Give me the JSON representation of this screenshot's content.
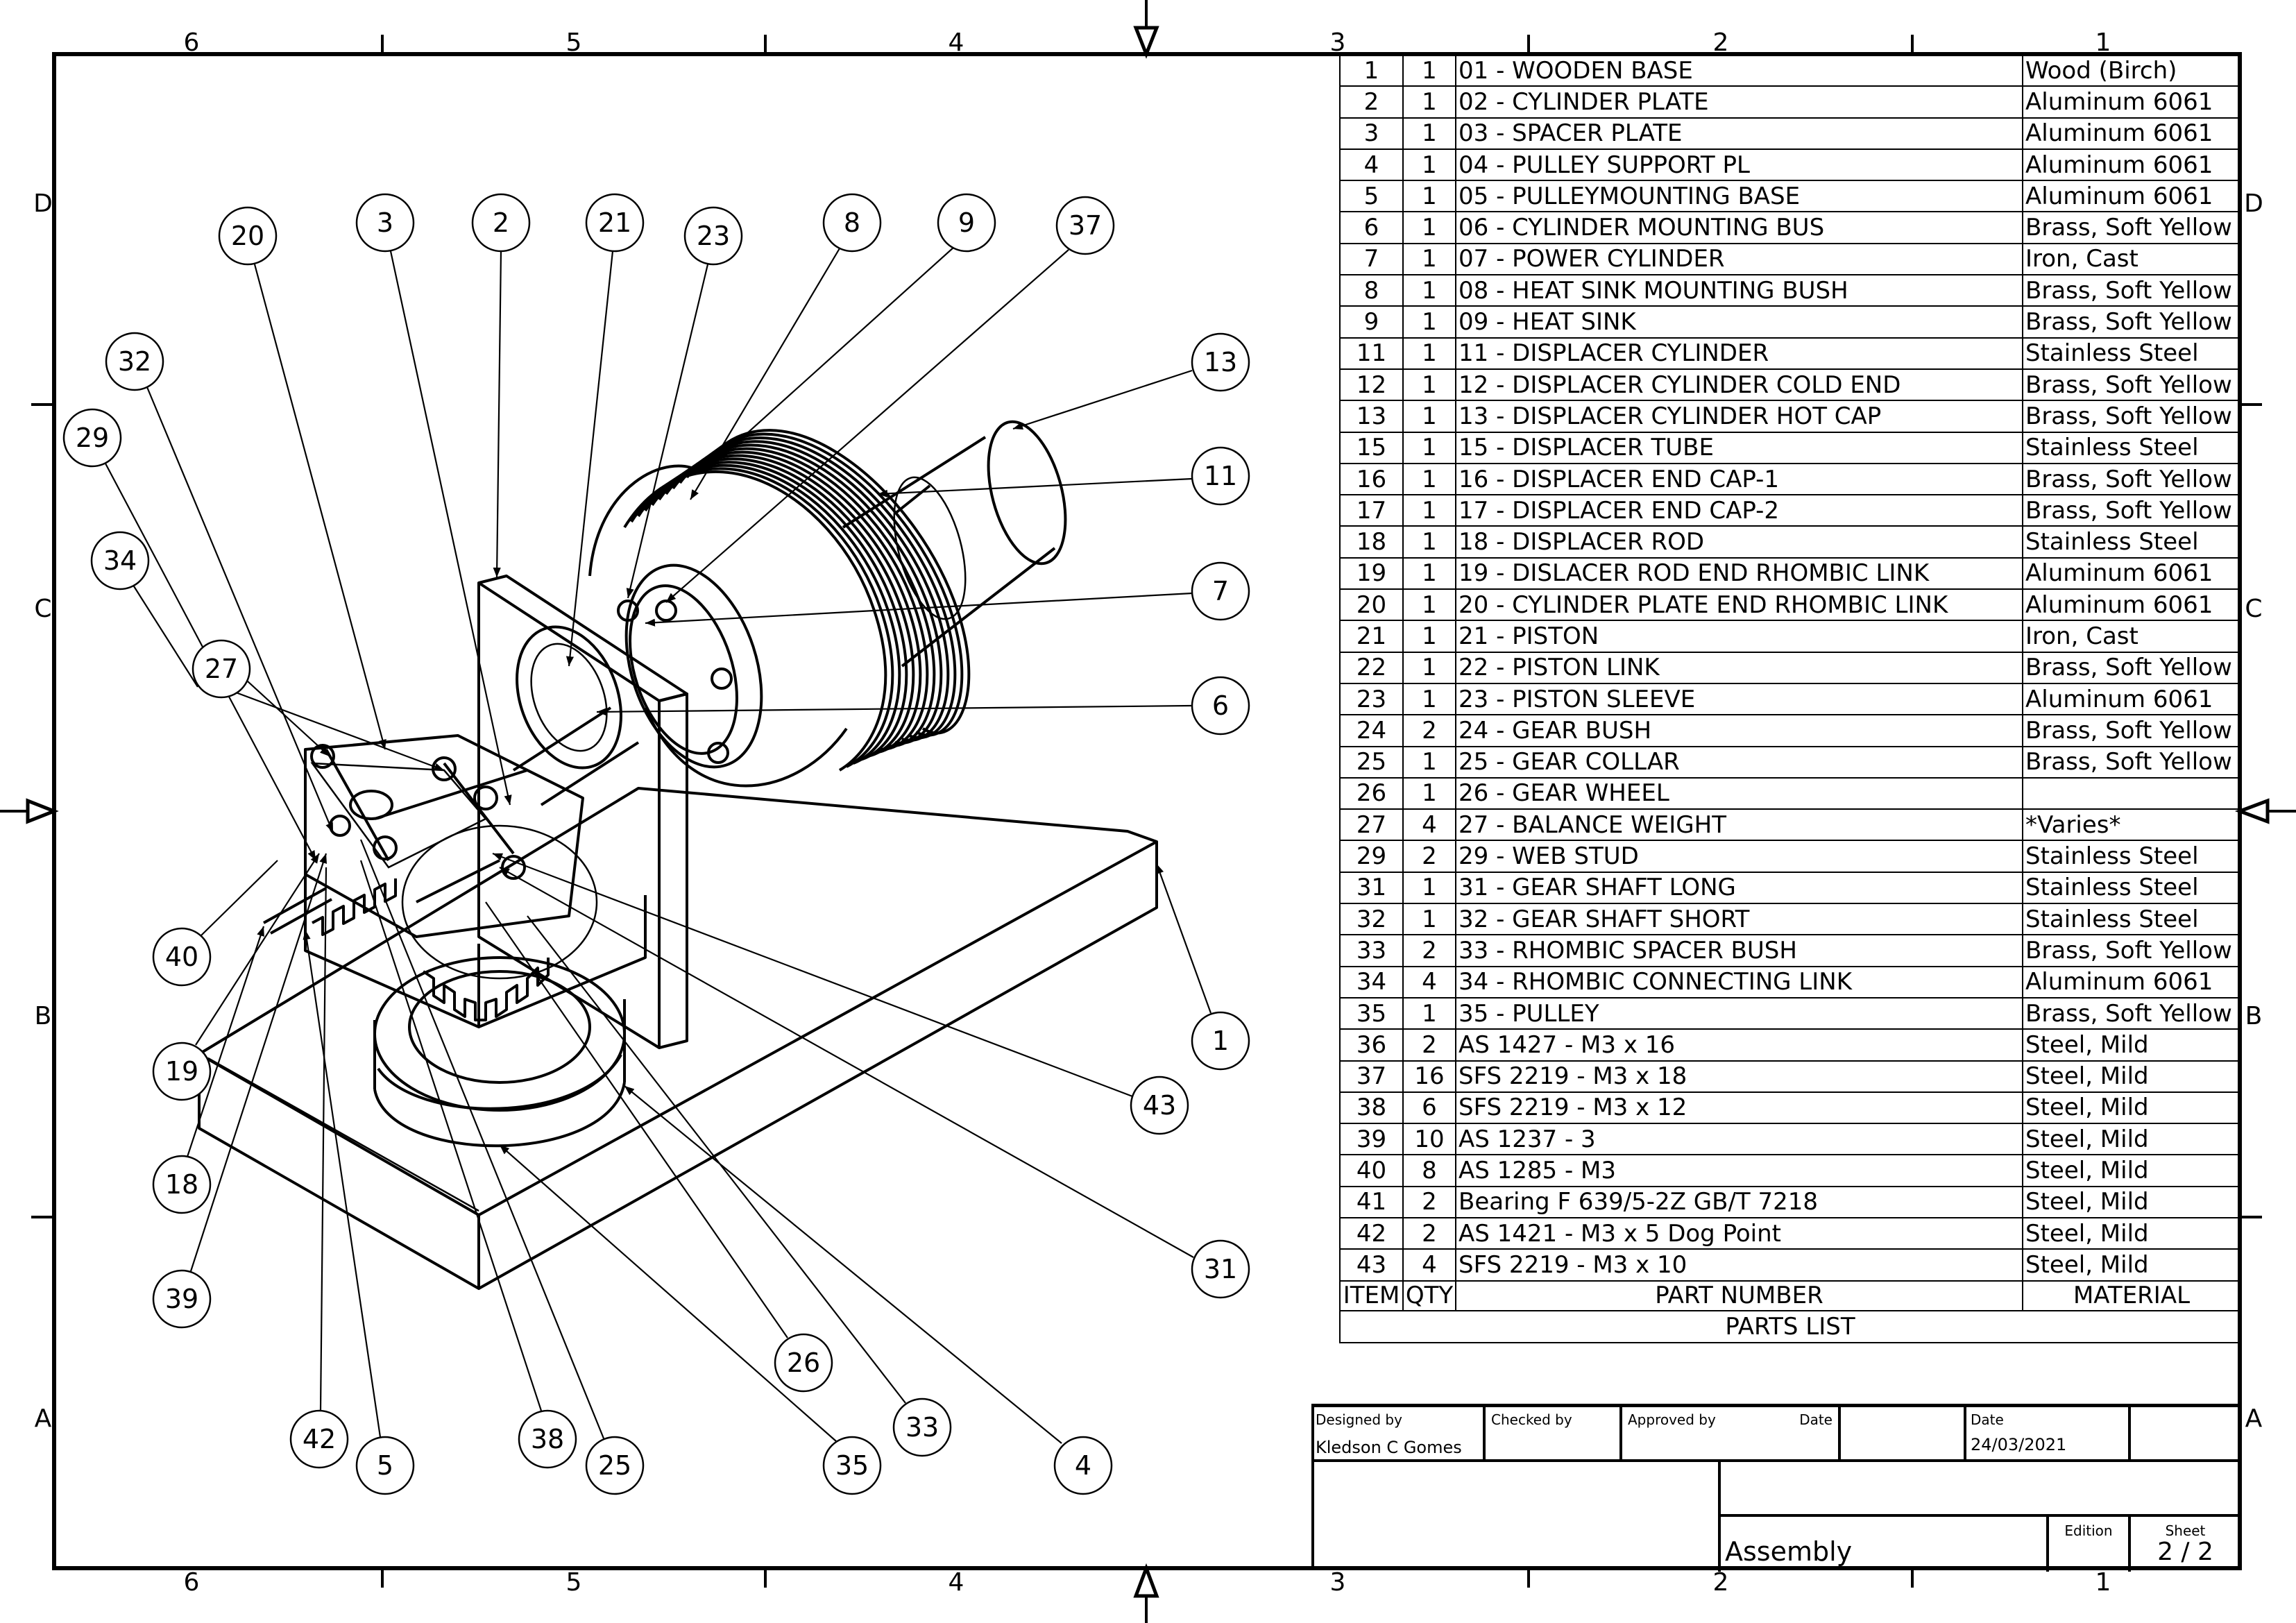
{
  "sheet": {
    "zones_columns": [
      "6",
      "5",
      "4",
      "3",
      "2",
      "1"
    ],
    "zones_rows": [
      "D",
      "C",
      "B",
      "A"
    ]
  },
  "balloons": {
    "b1": "1",
    "b2": "2",
    "b3": "3",
    "b4": "4",
    "b5": "5",
    "b6": "6",
    "b7": "7",
    "b8": "8",
    "b9": "9",
    "b11": "11",
    "b13": "13",
    "b18": "18",
    "b19": "19",
    "b20": "20",
    "b21": "21",
    "b23": "23",
    "b25": "25",
    "b26": "26",
    "b27": "27",
    "b29": "29",
    "b31": "31",
    "b32": "32",
    "b33": "33",
    "b34": "34",
    "b35": "35",
    "b37": "37",
    "b38": "38",
    "b39": "39",
    "b40": "40",
    "b42": "42",
    "b43": "43"
  },
  "parts_list": {
    "title": "PARTS LIST",
    "headers": {
      "item": "ITEM",
      "qty": "QTY",
      "part_number": "PART NUMBER",
      "material": "MATERIAL"
    },
    "rows": [
      {
        "item": "1",
        "qty": "1",
        "part_number": "01 - WOODEN BASE",
        "material": "Wood (Birch)"
      },
      {
        "item": "2",
        "qty": "1",
        "part_number": "02 - CYLINDER PLATE",
        "material": "Aluminum 6061"
      },
      {
        "item": "3",
        "qty": "1",
        "part_number": "03 - SPACER PLATE",
        "material": "Aluminum 6061"
      },
      {
        "item": "4",
        "qty": "1",
        "part_number": "04 - PULLEY SUPPORT PL",
        "material": "Aluminum 6061"
      },
      {
        "item": "5",
        "qty": "1",
        "part_number": "05 - PULLEYMOUNTING BASE",
        "material": "Aluminum 6061"
      },
      {
        "item": "6",
        "qty": "1",
        "part_number": "06 - CYLINDER MOUNTING BUS",
        "material": "Brass, Soft Yellow"
      },
      {
        "item": "7",
        "qty": "1",
        "part_number": "07 - POWER CYLINDER",
        "material": "Iron, Cast"
      },
      {
        "item": "8",
        "qty": "1",
        "part_number": "08 - HEAT SINK MOUNTING BUSH",
        "material": "Brass, Soft Yellow"
      },
      {
        "item": "9",
        "qty": "1",
        "part_number": "09 - HEAT SINK",
        "material": "Brass, Soft Yellow"
      },
      {
        "item": "11",
        "qty": "1",
        "part_number": "11 - DISPLACER CYLINDER",
        "material": "Stainless Steel"
      },
      {
        "item": "12",
        "qty": "1",
        "part_number": "12 - DISPLACER CYLINDER COLD END",
        "material": "Brass, Soft Yellow"
      },
      {
        "item": "13",
        "qty": "1",
        "part_number": "13 - DISPLACER CYLINDER HOT CAP",
        "material": "Brass, Soft Yellow"
      },
      {
        "item": "15",
        "qty": "1",
        "part_number": "15 - DISPLACER TUBE",
        "material": "Stainless Steel"
      },
      {
        "item": "16",
        "qty": "1",
        "part_number": "16 - DISPLACER END CAP-1",
        "material": "Brass, Soft Yellow"
      },
      {
        "item": "17",
        "qty": "1",
        "part_number": "17 - DISPLACER END CAP-2",
        "material": "Brass, Soft Yellow"
      },
      {
        "item": "18",
        "qty": "1",
        "part_number": "18 - DISPLACER ROD",
        "material": "Stainless Steel"
      },
      {
        "item": "19",
        "qty": "1",
        "part_number": "19 - DISLACER ROD END RHOMBIC LINK",
        "material": "Aluminum 6061"
      },
      {
        "item": "20",
        "qty": "1",
        "part_number": "20 - CYLINDER PLATE END RHOMBIC LINK",
        "material": "Aluminum 6061"
      },
      {
        "item": "21",
        "qty": "1",
        "part_number": "21 - PISTON",
        "material": "Iron, Cast"
      },
      {
        "item": "22",
        "qty": "1",
        "part_number": "22 - PISTON LINK",
        "material": "Brass, Soft Yellow"
      },
      {
        "item": "23",
        "qty": "1",
        "part_number": "23 - PISTON SLEEVE",
        "material": "Aluminum 6061"
      },
      {
        "item": "24",
        "qty": "2",
        "part_number": "24 - GEAR BUSH",
        "material": "Brass, Soft Yellow"
      },
      {
        "item": "25",
        "qty": "1",
        "part_number": "25 - GEAR COLLAR",
        "material": "Brass, Soft Yellow"
      },
      {
        "item": "26",
        "qty": "1",
        "part_number": "26 - GEAR WHEEL",
        "material": ""
      },
      {
        "item": "27",
        "qty": "4",
        "part_number": "27 - BALANCE WEIGHT",
        "material": "*Varies*"
      },
      {
        "item": "29",
        "qty": "2",
        "part_number": "29 - WEB STUD",
        "material": "Stainless Steel"
      },
      {
        "item": "31",
        "qty": "1",
        "part_number": "31 - GEAR SHAFT LONG",
        "material": "Stainless Steel"
      },
      {
        "item": "32",
        "qty": "1",
        "part_number": "32 - GEAR SHAFT SHORT",
        "material": "Stainless Steel"
      },
      {
        "item": "33",
        "qty": "2",
        "part_number": "33 - RHOMBIC SPACER BUSH",
        "material": "Brass, Soft Yellow"
      },
      {
        "item": "34",
        "qty": "4",
        "part_number": "34 - RHOMBIC CONNECTING LINK",
        "material": "Aluminum 6061"
      },
      {
        "item": "35",
        "qty": "1",
        "part_number": "35 - PULLEY",
        "material": "Brass, Soft Yellow"
      },
      {
        "item": "36",
        "qty": "2",
        "part_number": "AS 1427 - M3 x 16",
        "material": "Steel, Mild"
      },
      {
        "item": "37",
        "qty": "16",
        "part_number": "SFS 2219 - M3 x 18",
        "material": "Steel, Mild"
      },
      {
        "item": "38",
        "qty": "6",
        "part_number": "SFS 2219 - M3 x 12",
        "material": "Steel, Mild"
      },
      {
        "item": "39",
        "qty": "10",
        "part_number": "AS 1237 - 3",
        "material": "Steel, Mild"
      },
      {
        "item": "40",
        "qty": "8",
        "part_number": "AS 1285 - M3",
        "material": "Steel, Mild"
      },
      {
        "item": "41",
        "qty": "2",
        "part_number": "Bearing F 639/5-2Z GB/T 7218",
        "material": "Steel, Mild"
      },
      {
        "item": "42",
        "qty": "2",
        "part_number": "AS 1421 - M3 x 5 Dog Point",
        "material": "Steel, Mild"
      },
      {
        "item": "43",
        "qty": "4",
        "part_number": "SFS 2219 - M3 x 10",
        "material": "Steel, Mild"
      }
    ]
  },
  "title_block": {
    "designed_by_label": "Designed by",
    "designed_by": "Kledson C Gomes",
    "checked_by_label": "Checked by",
    "checked_by": "",
    "approved_by_label": "Approved by",
    "approved_date_label": "Date",
    "date_label": "Date",
    "date": "24/03/2021",
    "title": "Assembly",
    "edition_label": "Edition",
    "edition": "",
    "sheet_label": "Sheet",
    "sheet": "2 / 2"
  }
}
